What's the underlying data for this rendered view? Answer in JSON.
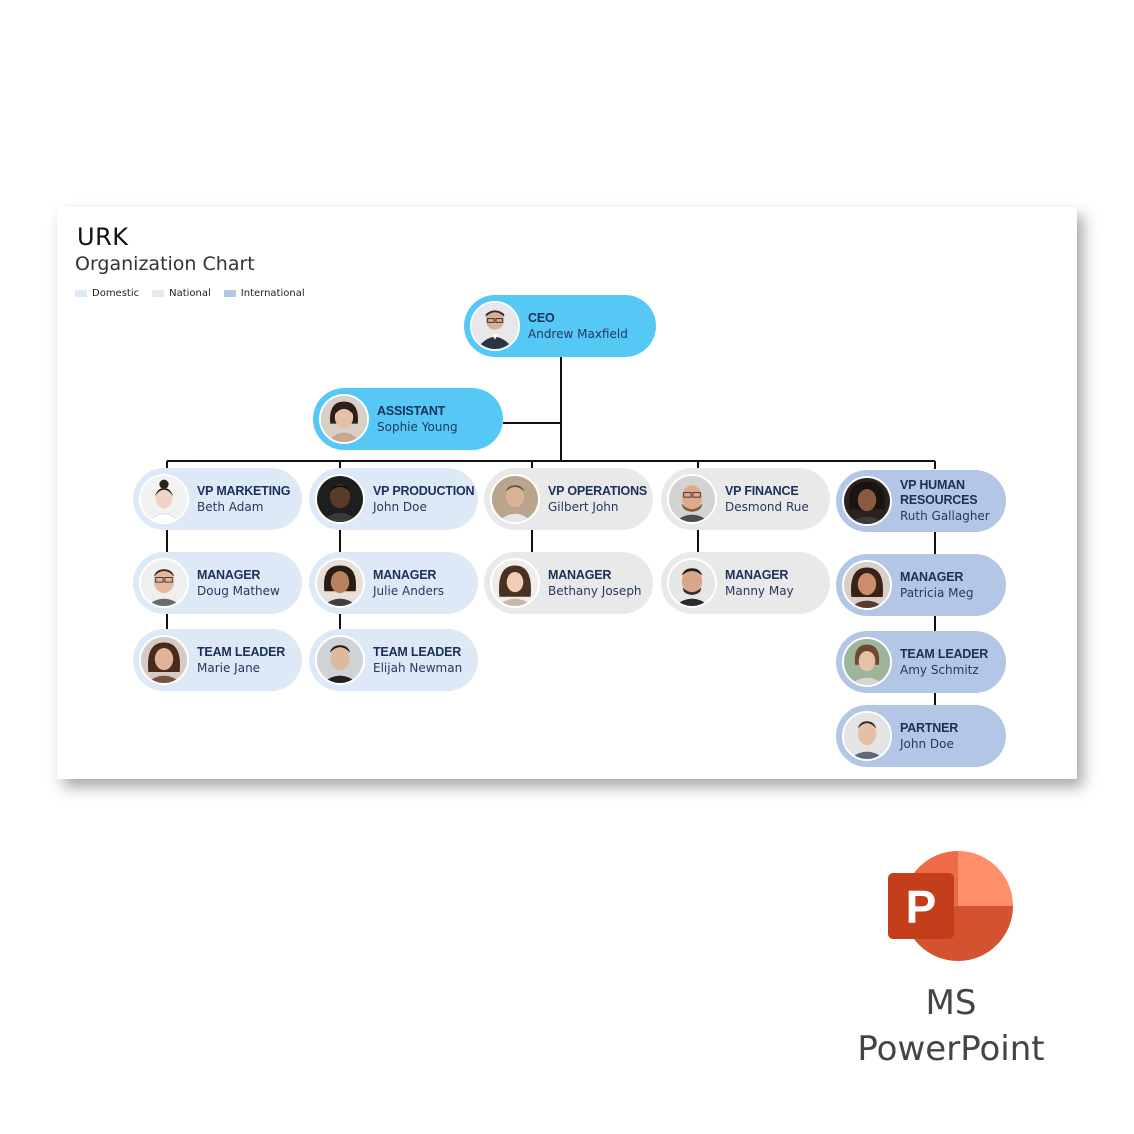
{
  "slide": {
    "title": "URK",
    "subtitle": "Organization Chart"
  },
  "legend": [
    {
      "label": "Domestic",
      "color": "#dde9f7"
    },
    {
      "label": "National",
      "color": "#e9e9e9"
    },
    {
      "label": "International",
      "color": "#b4c6e6"
    }
  ],
  "colors": {
    "executive": "#55c8f6",
    "domestic": "#dde9f7",
    "national": "#e9e9e9",
    "international": "#b4c6e6",
    "text": "#1b2f5b",
    "line": "#111111"
  },
  "nodes": {
    "ceo": {
      "role": "CEO",
      "name": "Andrew Maxfield",
      "group": "executive"
    },
    "assistant": {
      "role": "ASSISTANT",
      "name": "Sophie Young",
      "group": "executive"
    },
    "vp_marketing": {
      "role": "VP MARKETING",
      "name": "Beth Adam",
      "group": "domestic"
    },
    "vp_production": {
      "role": "VP PRODUCTION",
      "name": "John Doe",
      "group": "domestic"
    },
    "vp_operations": {
      "role": "VP OPERATIONS",
      "name": "Gilbert John",
      "group": "national"
    },
    "vp_finance": {
      "role": "VP FINANCE",
      "name": "Desmond Rue",
      "group": "national"
    },
    "vp_hr": {
      "role": "VP HUMAN RESOURCES",
      "name": "Ruth Gallagher",
      "group": "international"
    },
    "mgr_marketing": {
      "role": "MANAGER",
      "name": "Doug Mathew",
      "group": "domestic"
    },
    "mgr_production": {
      "role": "MANAGER",
      "name": "Julie Anders",
      "group": "domestic"
    },
    "mgr_operations": {
      "role": "MANAGER",
      "name": "Bethany Joseph",
      "group": "national"
    },
    "mgr_finance": {
      "role": "MANAGER",
      "name": "Manny May",
      "group": "national"
    },
    "mgr_hr": {
      "role": "MANAGER",
      "name": "Patricia Meg",
      "group": "international"
    },
    "tl_marketing": {
      "role": "TEAM LEADER",
      "name": "Marie Jane",
      "group": "domestic"
    },
    "tl_production": {
      "role": "TEAM LEADER",
      "name": "Elijah Newman",
      "group": "domestic"
    },
    "tl_hr": {
      "role": "TEAM LEADER",
      "name": "Amy Schmitz",
      "group": "international"
    },
    "partner_hr": {
      "role": "PARTNER",
      "name": "John Doe",
      "group": "international"
    }
  },
  "app_badge": {
    "letter": "P",
    "label_line1": "MS",
    "label_line2": "PowerPoint",
    "icon": "powerpoint-logo-icon"
  }
}
